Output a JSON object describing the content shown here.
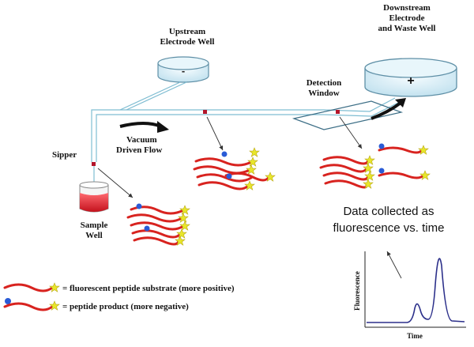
{
  "labels": {
    "upstream_line1": "Upstream",
    "upstream_line2": "Electrode Well",
    "upstream_sign": "-",
    "downstream_line1": "Downstream",
    "downstream_line2": "Electrode",
    "downstream_line3": "and Waste Well",
    "downstream_sign": "+",
    "detection_line1": "Detection",
    "detection_line2": "Window",
    "vacuum_line1": "Vacuum",
    "vacuum_line2": "Driven Flow",
    "sipper": "Sipper",
    "sample_line1": "Sample",
    "sample_line2": "Well",
    "data_line1": "Data collected as",
    "data_line2": "fluorescence vs. time"
  },
  "legend": {
    "substrate": "= fluorescent peptide substrate (more positive)",
    "product": "= peptide product (more negative)"
  },
  "inset_chart": {
    "xlabel": "Time",
    "ylabel": "Fluorescence"
  },
  "colors": {
    "peptide": "#d8231f",
    "fluorophore": "#e8e62a",
    "charge_bead": "#2a5bd6",
    "channel": "#8cc8dc",
    "well_fill": "#dff1f8",
    "well_stroke": "#5e8fa6",
    "sample_liquid": "#e0202c",
    "arrow": "#111111",
    "trace": "#2b2f8a"
  }
}
